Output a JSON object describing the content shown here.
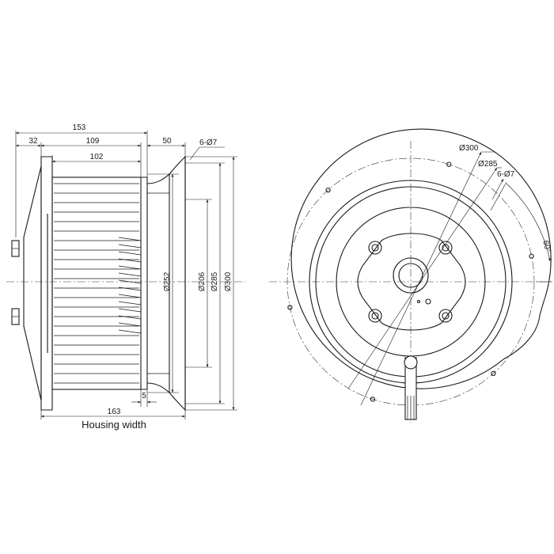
{
  "side_view": {
    "dims_top": {
      "overall": "153",
      "inlet": "32",
      "impeller": "109",
      "blade": "102",
      "flange": "50",
      "holes": "6-Ø7"
    },
    "dims_vertical": {
      "d252": "Ø252",
      "d206": "Ø206",
      "d285": "Ø285",
      "d300": "Ø300"
    },
    "dims_bottom": {
      "gap": "5",
      "housing": "163",
      "housing_label": "Housing width"
    }
  },
  "front_view": {
    "labels": {
      "d300": "Ø300",
      "d285": "Ø285",
      "holes": "6-Ø7",
      "angle": "60°"
    }
  }
}
